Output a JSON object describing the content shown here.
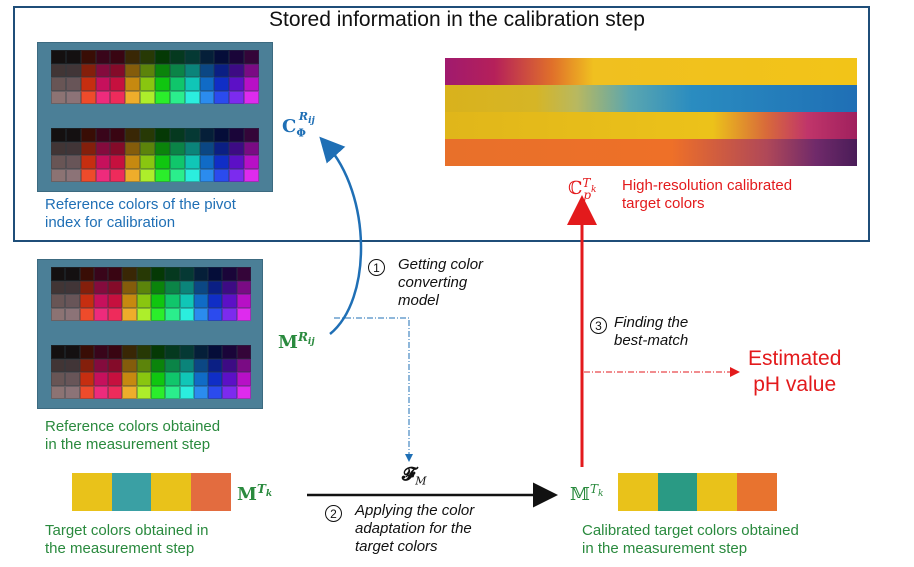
{
  "title": "Stored information in the calibration step",
  "captions": {
    "ref_pivot": [
      "Reference colors of the pivot",
      "index for calibration"
    ],
    "ref_measure": [
      "Reference colors obtained",
      "in the measurement step"
    ],
    "target_measure": [
      "Target colors obtained in",
      "the measurement step"
    ],
    "calibrated_target": [
      "Calibrated target colors obtained",
      "in the measurement step"
    ],
    "high_res": [
      "High-resolution calibrated",
      "target colors"
    ],
    "estimated": [
      "Estimated",
      "pH value"
    ]
  },
  "steps": [
    {
      "num": "1",
      "lines": [
        "Getting color",
        "converting",
        "model"
      ]
    },
    {
      "num": "2",
      "lines": [
        "Applying the color",
        "adaptation for the",
        "target colors"
      ]
    },
    {
      "num": "3",
      "lines": [
        "Finding the",
        "best-match"
      ]
    }
  ],
  "symbols": {
    "c_phi": "C",
    "c_phi_sub": "Φ",
    "c_phi_sup": "R",
    "m_r": "M",
    "m_r_sup": "R",
    "m_t": "M",
    "m_t_sup": "T",
    "mm_t": "𝕄",
    "mm_t_sup": "T",
    "cc_p": "ℂ",
    "cc_p_sup": "T",
    "cc_p_sub": "p",
    "f_m": "𝓕",
    "f_m_sub": "M"
  },
  "colors": {
    "blue": "#1f6fb5",
    "green": "#2a8a3e",
    "red": "#e31a1c",
    "box": "#1f4e79",
    "target_swatches": [
      "#e9c21a",
      "#3aa0a4",
      "#e9c21a",
      "#e36c3f"
    ],
    "calibrated_swatches": [
      "#e9c21a",
      "#2a9a84",
      "#e9c21a",
      "#e8732f"
    ]
  }
}
